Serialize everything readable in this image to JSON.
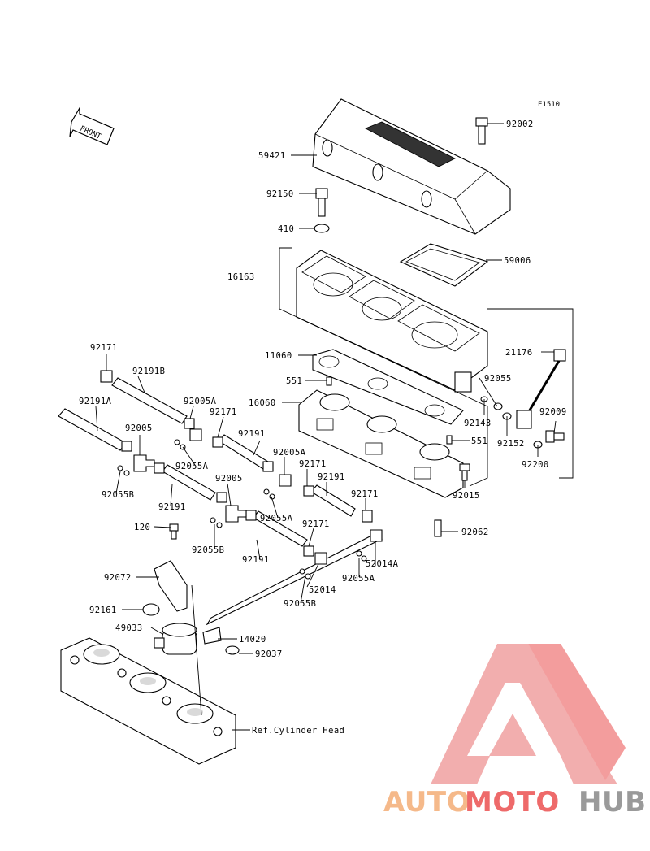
{
  "diagram": {
    "code": "E1510",
    "front_label": "FRONT",
    "reference_label": "Ref.Cylinder Head",
    "part_labels": [
      "92002",
      "59421",
      "92150",
      "410",
      "59006",
      "16163",
      "11060",
      "551",
      "16060",
      "21176",
      "92055",
      "92143",
      "92152",
      "92009",
      "92200",
      "551",
      "92015",
      "92062",
      "92171",
      "92191B",
      "92191A",
      "92005A",
      "92171",
      "92005",
      "92055A",
      "92191",
      "92055B",
      "92005A",
      "92171",
      "92191",
      "92191",
      "92005",
      "92055A",
      "92171",
      "120",
      "92055B",
      "92171",
      "52014A",
      "92191",
      "92055A",
      "92072",
      "52014",
      "92055B",
      "92161",
      "49033",
      "14020",
      "92037"
    ]
  },
  "watermark": {
    "brand_auto": "AUTO",
    "brand_moto": "MOTO",
    "brand_hub": "HUB",
    "color_auto": "#f5b98a",
    "color_moto": "#ee6a6a",
    "color_hub": "#9a9a9a"
  }
}
